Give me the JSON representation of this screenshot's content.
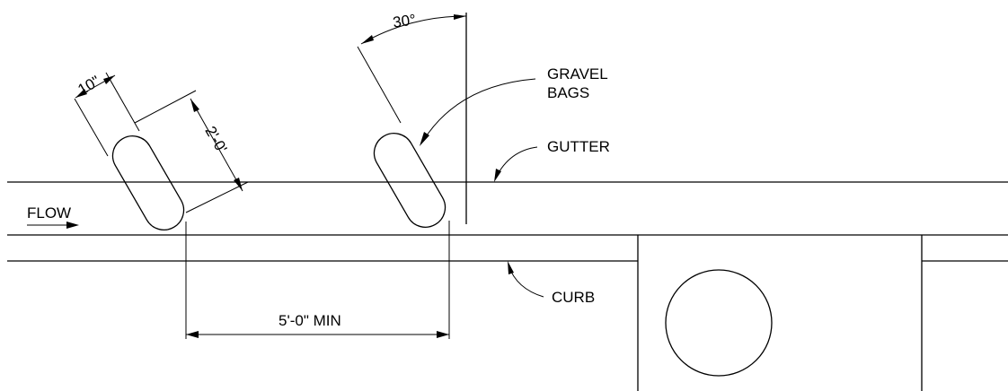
{
  "labels": {
    "angle": "30°",
    "bag_width": "10\"",
    "bag_length": "2'-0'",
    "gravel_bags_line1": "GRAVEL",
    "gravel_bags_line2": "BAGS",
    "gutter": "GUTTER",
    "flow": "FLOW",
    "curb": "CURB",
    "spacing": "5'-0\" MIN"
  }
}
